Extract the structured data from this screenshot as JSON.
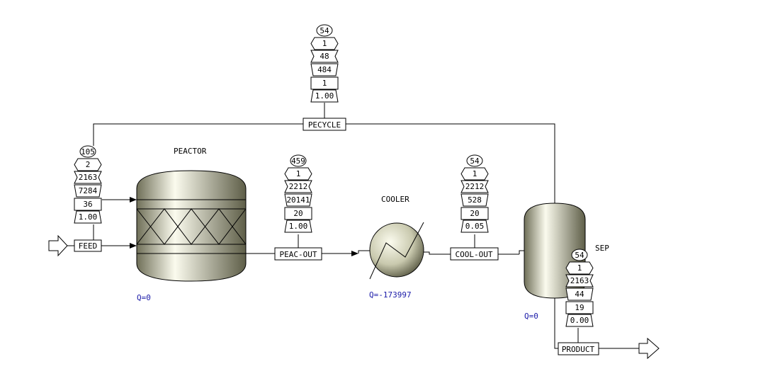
{
  "units": {
    "reactor": {
      "name": "PEACTOR",
      "duty": "Q=0"
    },
    "cooler": {
      "name": "COOLER",
      "duty": "Q=-173997"
    },
    "separator": {
      "name": "SEP",
      "duty": "Q=0"
    }
  },
  "streams": {
    "feed": {
      "label": "FEED"
    },
    "reac_out": {
      "label": "PEAC-OUT"
    },
    "cool_out": {
      "label": "COOL-OUT"
    },
    "recycle": {
      "label": "PECYCLE"
    },
    "product": {
      "label": "PRODUCT"
    }
  },
  "stream_tables": [
    {
      "id": "recycle",
      "values": [
        "54",
        "1",
        "48",
        "484",
        "1",
        "1.00"
      ]
    },
    {
      "id": "feed",
      "values": [
        "105",
        "2",
        "2163",
        "7284",
        "36",
        "1.00"
      ]
    },
    {
      "id": "reac_out",
      "values": [
        "459",
        "1",
        "2212",
        "20141",
        "20",
        "1.00"
      ]
    },
    {
      "id": "cool_out",
      "values": [
        "54",
        "1",
        "2212",
        "528",
        "20",
        "0.05"
      ]
    },
    {
      "id": "product",
      "values": [
        "54",
        "1",
        "2163",
        "44",
        "19",
        "0.00"
      ]
    }
  ],
  "colors": {
    "line": "#000000",
    "duty": "#1a1aa8",
    "vessel_light": "#fbfbee",
    "vessel_dark": "#8a8a72"
  }
}
